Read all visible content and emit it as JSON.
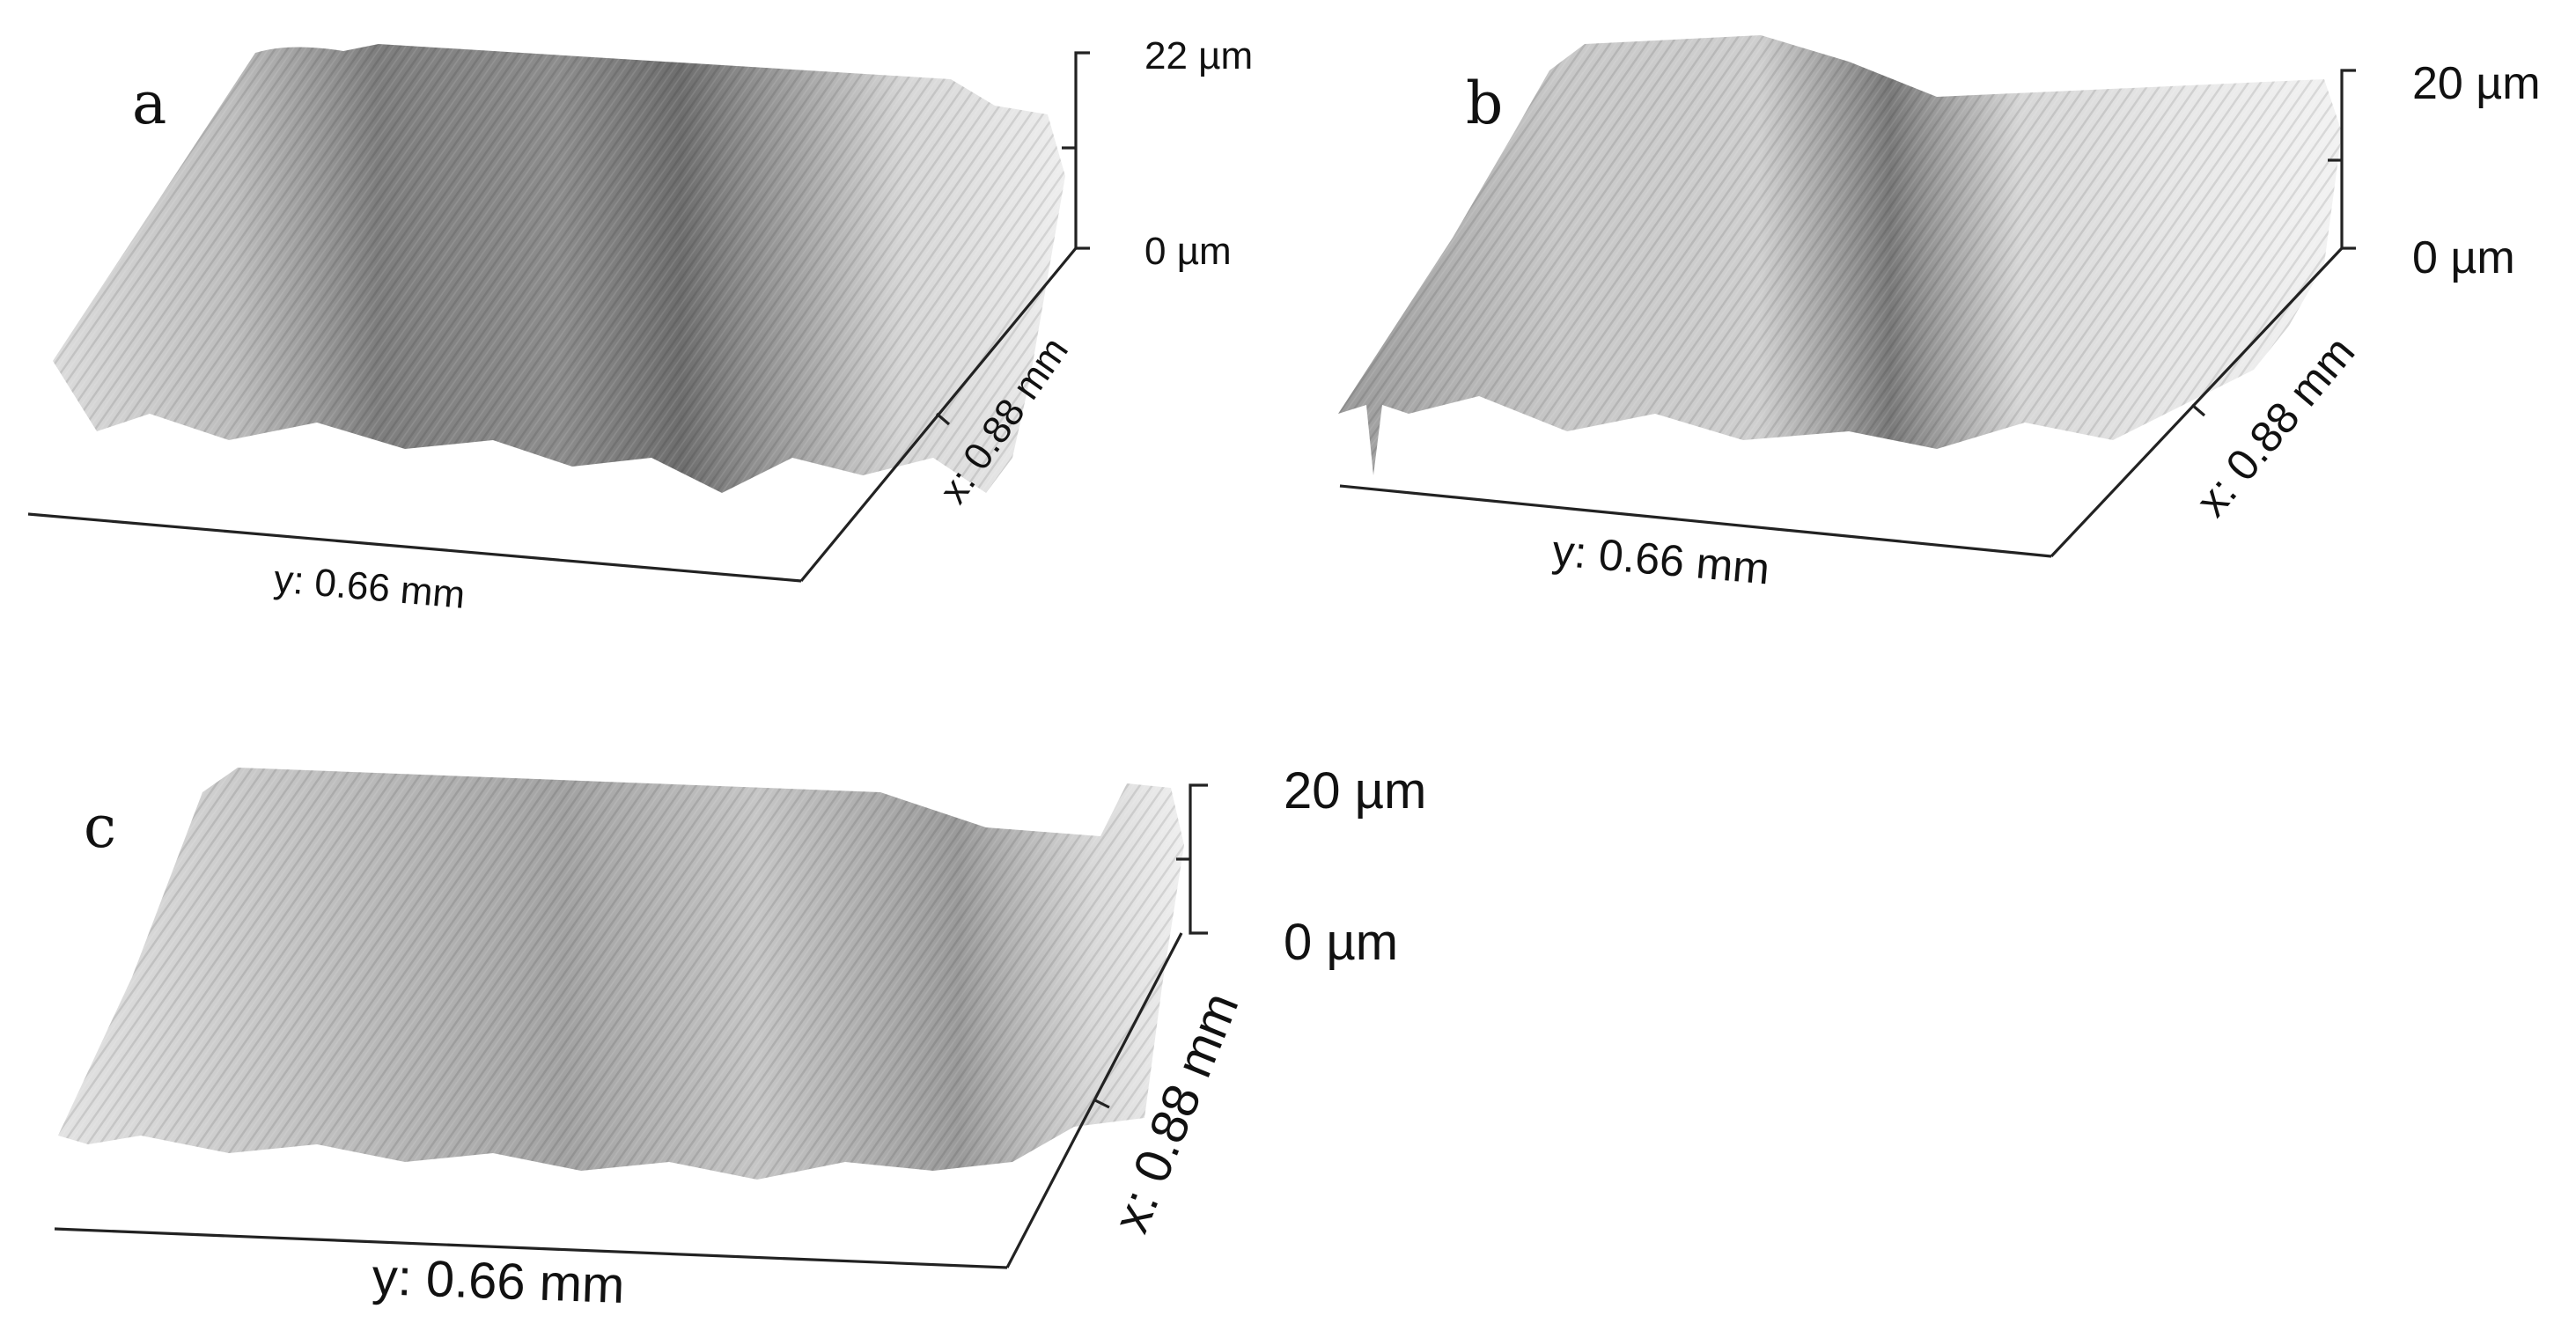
{
  "panels": [
    {
      "id": "a",
      "label": "a",
      "z_top": "22 µm",
      "z_bottom": "0 µm",
      "x_axis": "x: 0.88 mm",
      "y_axis": "y: 0.66 mm"
    },
    {
      "id": "b",
      "label": "b",
      "z_top": "20 µm",
      "z_bottom": "0 µm",
      "x_axis": "x: 0.88 mm",
      "y_axis": "y: 0.66 mm"
    },
    {
      "id": "c",
      "label": "c",
      "z_top": "20 µm",
      "z_bottom": "0 µm",
      "x_axis": "x: 0.88 mm",
      "y_axis": "y: 0.66 mm"
    }
  ],
  "colors": {
    "surface_light": "#e6e6e6",
    "surface_mid": "#a9a9a9",
    "surface_dark": "#6f6f6f",
    "axis": "#222222"
  }
}
